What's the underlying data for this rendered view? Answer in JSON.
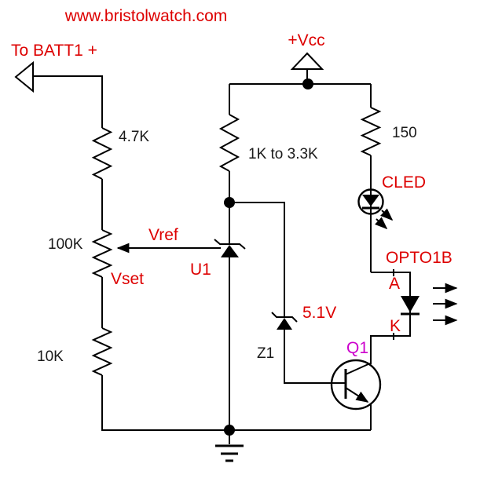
{
  "title": "www.bristolwatch.com",
  "colors": {
    "red": "#dd0000",
    "magenta": "#cc00cc",
    "black": "#1a1a1a",
    "wire": "#000000",
    "background": "#ffffff"
  },
  "labels": {
    "battery": "To BATT1 +",
    "vcc": "+Vcc",
    "r_batt": "4.7K",
    "pot": "100K",
    "vref": "Vref",
    "vset": "Vset",
    "u1": "U1",
    "r_bias": "1K to 3.3K",
    "r_led": "150",
    "cled": "CLED",
    "opto": "OPTO1B",
    "opto_anode": "A",
    "opto_cathode": "K",
    "zener_value": "5.1V",
    "z1": "Z1",
    "q1": "Q1",
    "r_lower": "10K"
  },
  "components": [
    {
      "ref": "",
      "value": "4.7K",
      "type": "resistor"
    },
    {
      "ref": "",
      "value": "100K",
      "type": "potentiometer",
      "signals": [
        "Vref",
        "Vset"
      ]
    },
    {
      "ref": "",
      "value": "10K",
      "type": "resistor"
    },
    {
      "ref": "U1",
      "value": "",
      "type": "shunt-reference"
    },
    {
      "ref": "",
      "value": "1K to 3.3K",
      "type": "resistor"
    },
    {
      "ref": "Z1",
      "value": "5.1V",
      "type": "zener-diode"
    },
    {
      "ref": "",
      "value": "150",
      "type": "resistor"
    },
    {
      "ref": "CLED",
      "value": "",
      "type": "led"
    },
    {
      "ref": "OPTO1B",
      "value": "",
      "type": "opto-led",
      "pins": [
        "A",
        "K"
      ]
    },
    {
      "ref": "Q1",
      "value": "",
      "type": "npn-transistor"
    }
  ],
  "power": {
    "positive_rail": "+Vcc",
    "external_connection": "To BATT1 +"
  }
}
